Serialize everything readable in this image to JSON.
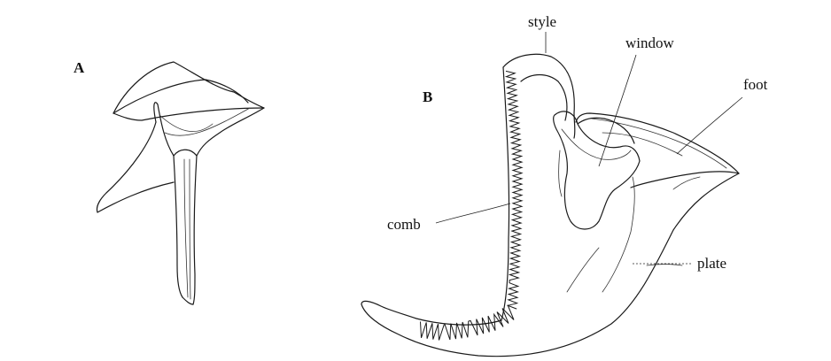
{
  "panels": {
    "a": "A",
    "b": "B"
  },
  "labels": {
    "style": "style",
    "window": "window",
    "foot": "foot",
    "comb": "comb",
    "plate": "plate"
  }
}
